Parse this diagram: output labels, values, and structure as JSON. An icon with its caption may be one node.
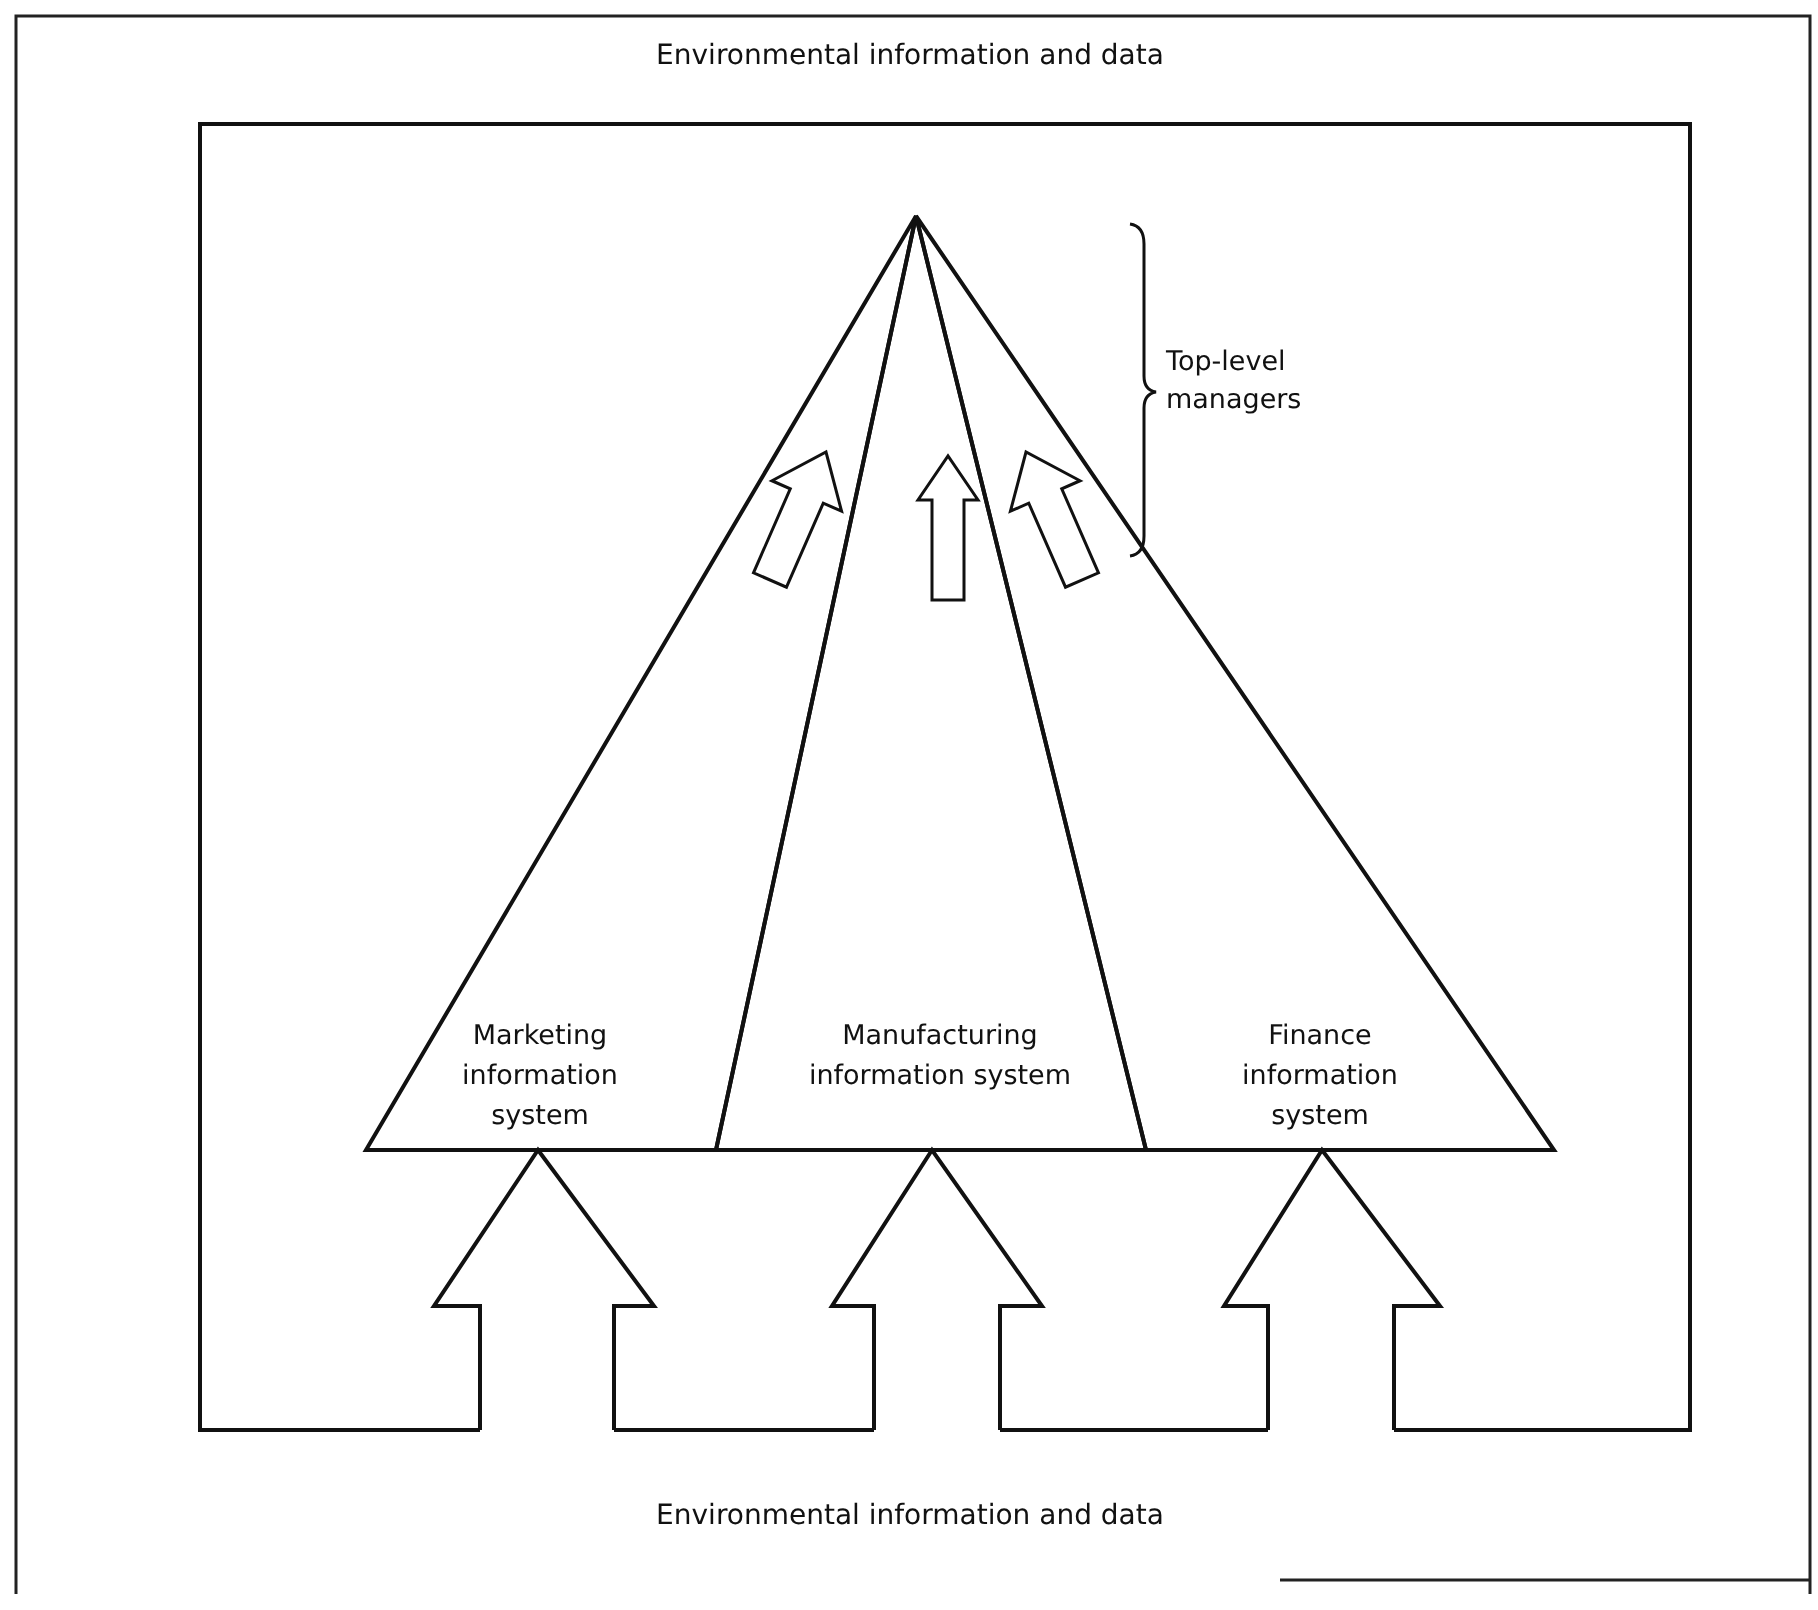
{
  "diagram": {
    "nodes": [
      {
        "text": [
          "Marketing information system"
        ]
      },
      {
        "text": [
          "Manufacturing information system"
        ]
      },
      {
        "text": [
          "Finance information system"
        ]
      },
      {
        "text": [
          "Top-level managers"
        ]
      }
    ],
    "labels": [
      "Environmental information and data",
      "Environmental information and data"
    ]
  }
}
